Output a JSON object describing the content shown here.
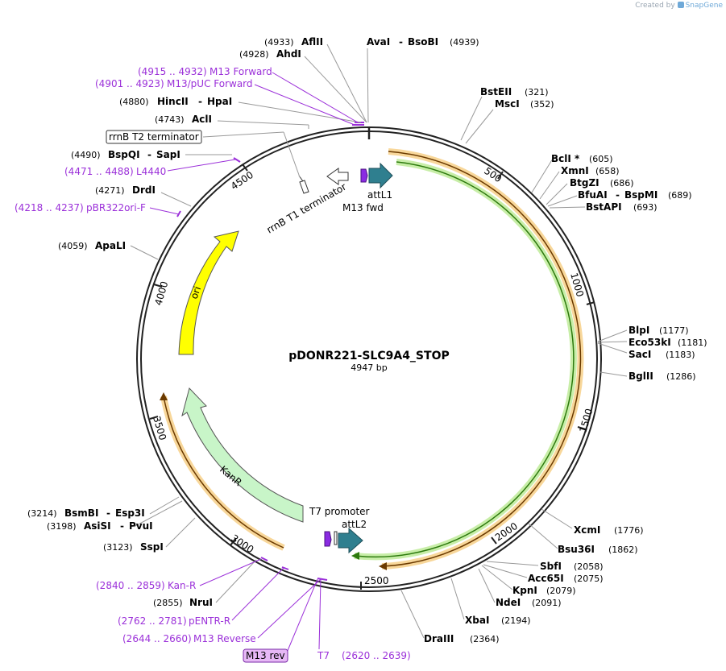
{
  "credit": {
    "prefix": "Created by",
    "brand": "SnapGene"
  },
  "plasmid": {
    "name": "pDONR221-SLC9A4_STOP",
    "length_label": "4947 bp"
  },
  "ticks": [
    "500",
    "1000",
    "1500",
    "2000",
    "2500",
    "3000",
    "3500",
    "4000",
    "4500"
  ],
  "features": {
    "attL1": "attL1",
    "m13fwd": "M13 fwd",
    "rrnb_t1": "rrnB T1 terminator",
    "rrnb_t2": "rrnB T2 terminator",
    "ori": "ori",
    "kanr": "KanR",
    "t7_promoter": "T7 promoter",
    "attL2": "attL2"
  },
  "enzymes": {
    "e1": {
      "pos": "(4933)",
      "name": "AflII"
    },
    "e2": {
      "pos": "(4928)",
      "name": "AhdI"
    },
    "e3": {
      "name": "AvaI",
      "sep": "-",
      "name2": "BsoBI",
      "pos": "(4939)"
    },
    "e4": {
      "pos": "(4880)",
      "name": "HincII",
      "sep": "-",
      "name2": "HpaI"
    },
    "e5": {
      "pos": "(4743)",
      "name": "AclI"
    },
    "e6": {
      "pos": "(4490)",
      "name": "BspQI",
      "sep": "-",
      "name2": "SapI"
    },
    "e7": {
      "pos": "(4271)",
      "name": "DrdI"
    },
    "e8": {
      "pos": "(4059)",
      "name": "ApaLI"
    },
    "e9": {
      "name": "BstEII",
      "pos": "(321)"
    },
    "e10": {
      "name": "MscI",
      "pos": "(352)"
    },
    "e11": {
      "name": "BclI *",
      "pos": "(605)"
    },
    "e12": {
      "name": "XmnI",
      "pos": "(658)"
    },
    "e13": {
      "name": "BtgZI",
      "pos": "(686)"
    },
    "e14": {
      "name": "BfuAI",
      "sep": "-",
      "name2": "BspMI",
      "pos": "(689)"
    },
    "e15": {
      "name": "BstAPI",
      "pos": "(693)"
    },
    "e16": {
      "name": "BlpI",
      "pos": "(1177)"
    },
    "e17": {
      "name": "Eco53kI",
      "pos": "(1181)"
    },
    "e18": {
      "name": "SacI",
      "pos": "(1183)"
    },
    "e19": {
      "name": "BglII",
      "pos": "(1286)"
    },
    "e20": {
      "name": "XcmI",
      "pos": "(1776)"
    },
    "e21": {
      "name": "Bsu36I",
      "pos": "(1862)"
    },
    "e22": {
      "name": "SbfI",
      "pos": "(2058)"
    },
    "e23": {
      "name": "Acc65I",
      "pos": "(2075)"
    },
    "e24": {
      "name": "KpnI",
      "pos": "(2079)"
    },
    "e25": {
      "name": "NdeI",
      "pos": "(2091)"
    },
    "e26": {
      "name": "XbaI",
      "pos": "(2194)"
    },
    "e27": {
      "name": "DraIII",
      "pos": "(2364)"
    },
    "e28": {
      "pos": "(3214)",
      "name": "BsmBI",
      "sep": "-",
      "name2": "Esp3I"
    },
    "e29": {
      "pos": "(3198)",
      "name": "AsiSI",
      "sep": "-",
      "name2": "PvuI"
    },
    "e30": {
      "pos": "(3123)",
      "name": "SspI"
    },
    "e31": {
      "pos": "(2855)",
      "name": "NruI"
    }
  },
  "primers": {
    "p1": {
      "range": "(4915 .. 4932)",
      "name": "M13 Forward"
    },
    "p2": {
      "range": "(4901 .. 4923)",
      "name": "M13/pUC Forward"
    },
    "p3": {
      "range": "(4471 .. 4488)",
      "name": "L4440"
    },
    "p4": {
      "range": "(4218 .. 4237)",
      "name": "pBR322ori-F"
    },
    "p5": {
      "range": "(2840 .. 2859)",
      "name": "Kan-R"
    },
    "p6": {
      "range": "(2762 .. 2781)",
      "name": "pENTR-R"
    },
    "p7": {
      "range": "(2644 .. 2660)",
      "name": "M13 Reverse"
    },
    "p8": {
      "name": "M13 rev"
    },
    "p9": {
      "name": "T7",
      "range": "(2620 .. 2639)"
    }
  },
  "colors": {
    "backbone": "#222222",
    "primer": "#9b30d9",
    "ori": "#ffff00",
    "kanr": "#c8f5c8",
    "attl": "#2f7f8f",
    "orange": "#f2a640",
    "green": "#3a9a1e"
  }
}
